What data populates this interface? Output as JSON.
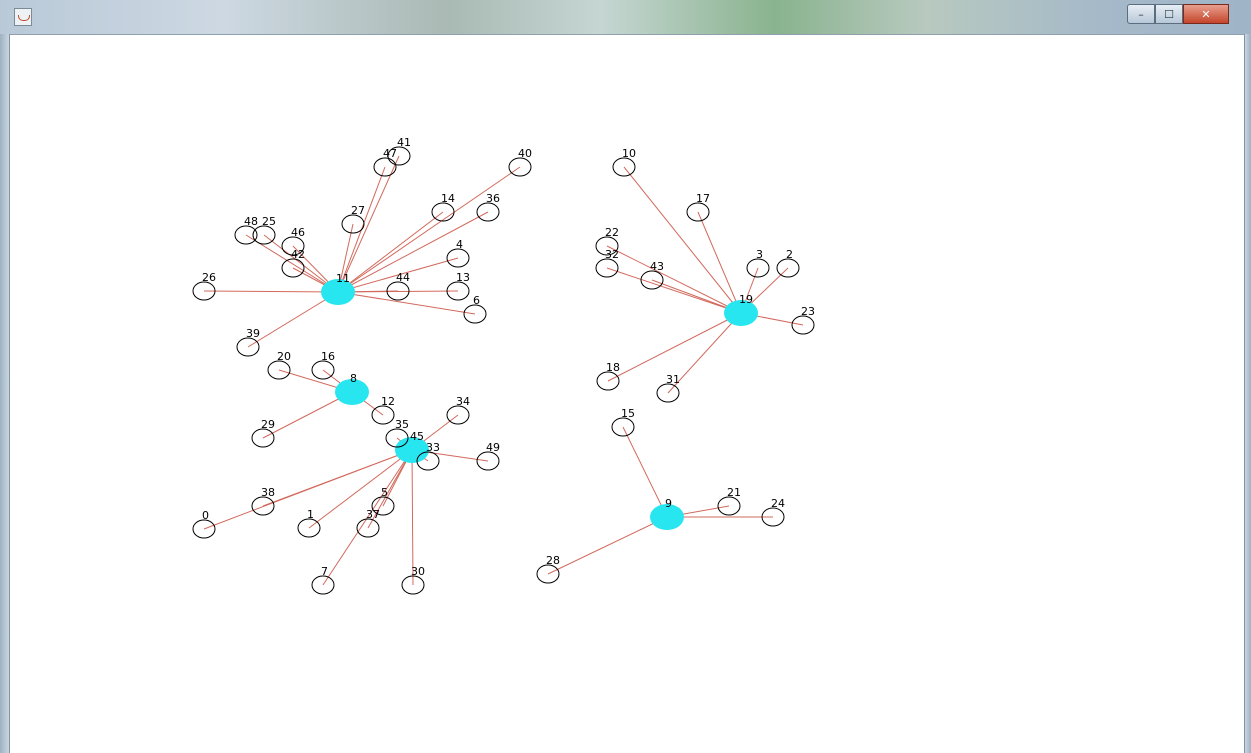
{
  "window": {
    "title": "",
    "buttons": {
      "minimize": "–",
      "maximize": "☐",
      "close": "✕"
    }
  },
  "graph": {
    "edge_color": "#d2695c",
    "hub_color": "#28e6f0",
    "node_stroke": "#000000",
    "nodes": [
      {
        "id": "11",
        "hub": true
      },
      {
        "id": "41"
      },
      {
        "id": "47"
      },
      {
        "id": "40"
      },
      {
        "id": "27"
      },
      {
        "id": "14"
      },
      {
        "id": "36"
      },
      {
        "id": "48"
      },
      {
        "id": "25"
      },
      {
        "id": "46"
      },
      {
        "id": "42"
      },
      {
        "id": "4"
      },
      {
        "id": "26"
      },
      {
        "id": "44"
      },
      {
        "id": "13"
      },
      {
        "id": "6"
      },
      {
        "id": "39"
      },
      {
        "id": "8",
        "hub": true
      },
      {
        "id": "20"
      },
      {
        "id": "16"
      },
      {
        "id": "12"
      },
      {
        "id": "29"
      },
      {
        "id": "45",
        "hub": true
      },
      {
        "id": "34"
      },
      {
        "id": "35"
      },
      {
        "id": "33"
      },
      {
        "id": "49"
      },
      {
        "id": "38"
      },
      {
        "id": "0"
      },
      {
        "id": "1"
      },
      {
        "id": "5"
      },
      {
        "id": "37"
      },
      {
        "id": "7"
      },
      {
        "id": "30"
      },
      {
        "id": "19",
        "hub": true
      },
      {
        "id": "10"
      },
      {
        "id": "17"
      },
      {
        "id": "22"
      },
      {
        "id": "32"
      },
      {
        "id": "43"
      },
      {
        "id": "3"
      },
      {
        "id": "2"
      },
      {
        "id": "23"
      },
      {
        "id": "18"
      },
      {
        "id": "31"
      },
      {
        "id": "9",
        "hub": true
      },
      {
        "id": "15"
      },
      {
        "id": "21"
      },
      {
        "id": "24"
      },
      {
        "id": "28"
      }
    ],
    "edges": [
      [
        "11",
        "41"
      ],
      [
        "11",
        "47"
      ],
      [
        "11",
        "40"
      ],
      [
        "11",
        "27"
      ],
      [
        "11",
        "14"
      ],
      [
        "11",
        "36"
      ],
      [
        "11",
        "48"
      ],
      [
        "11",
        "25"
      ],
      [
        "11",
        "46"
      ],
      [
        "11",
        "42"
      ],
      [
        "11",
        "4"
      ],
      [
        "11",
        "26"
      ],
      [
        "11",
        "44"
      ],
      [
        "11",
        "13"
      ],
      [
        "11",
        "6"
      ],
      [
        "11",
        "39"
      ],
      [
        "8",
        "20"
      ],
      [
        "8",
        "16"
      ],
      [
        "8",
        "12"
      ],
      [
        "8",
        "29"
      ],
      [
        "45",
        "34"
      ],
      [
        "45",
        "35"
      ],
      [
        "45",
        "33"
      ],
      [
        "45",
        "49"
      ],
      [
        "45",
        "38"
      ],
      [
        "45",
        "0"
      ],
      [
        "45",
        "1"
      ],
      [
        "45",
        "5"
      ],
      [
        "45",
        "37"
      ],
      [
        "45",
        "7"
      ],
      [
        "45",
        "30"
      ],
      [
        "19",
        "10"
      ],
      [
        "19",
        "17"
      ],
      [
        "19",
        "22"
      ],
      [
        "19",
        "32"
      ],
      [
        "19",
        "43"
      ],
      [
        "19",
        "3"
      ],
      [
        "19",
        "2"
      ],
      [
        "19",
        "23"
      ],
      [
        "19",
        "18"
      ],
      [
        "19",
        "31"
      ],
      [
        "9",
        "15"
      ],
      [
        "9",
        "21"
      ],
      [
        "9",
        "24"
      ],
      [
        "9",
        "28"
      ]
    ]
  }
}
